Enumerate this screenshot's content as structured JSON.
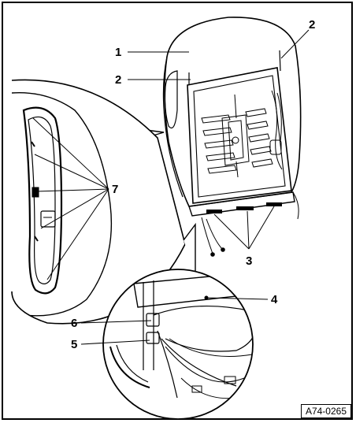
{
  "callouts": {
    "c1": "1",
    "c2a": "2",
    "c2b": "2",
    "c3": "3",
    "c4": "4",
    "c5": "5",
    "c6": "6",
    "c7": "7"
  },
  "reference": "A74-0265"
}
